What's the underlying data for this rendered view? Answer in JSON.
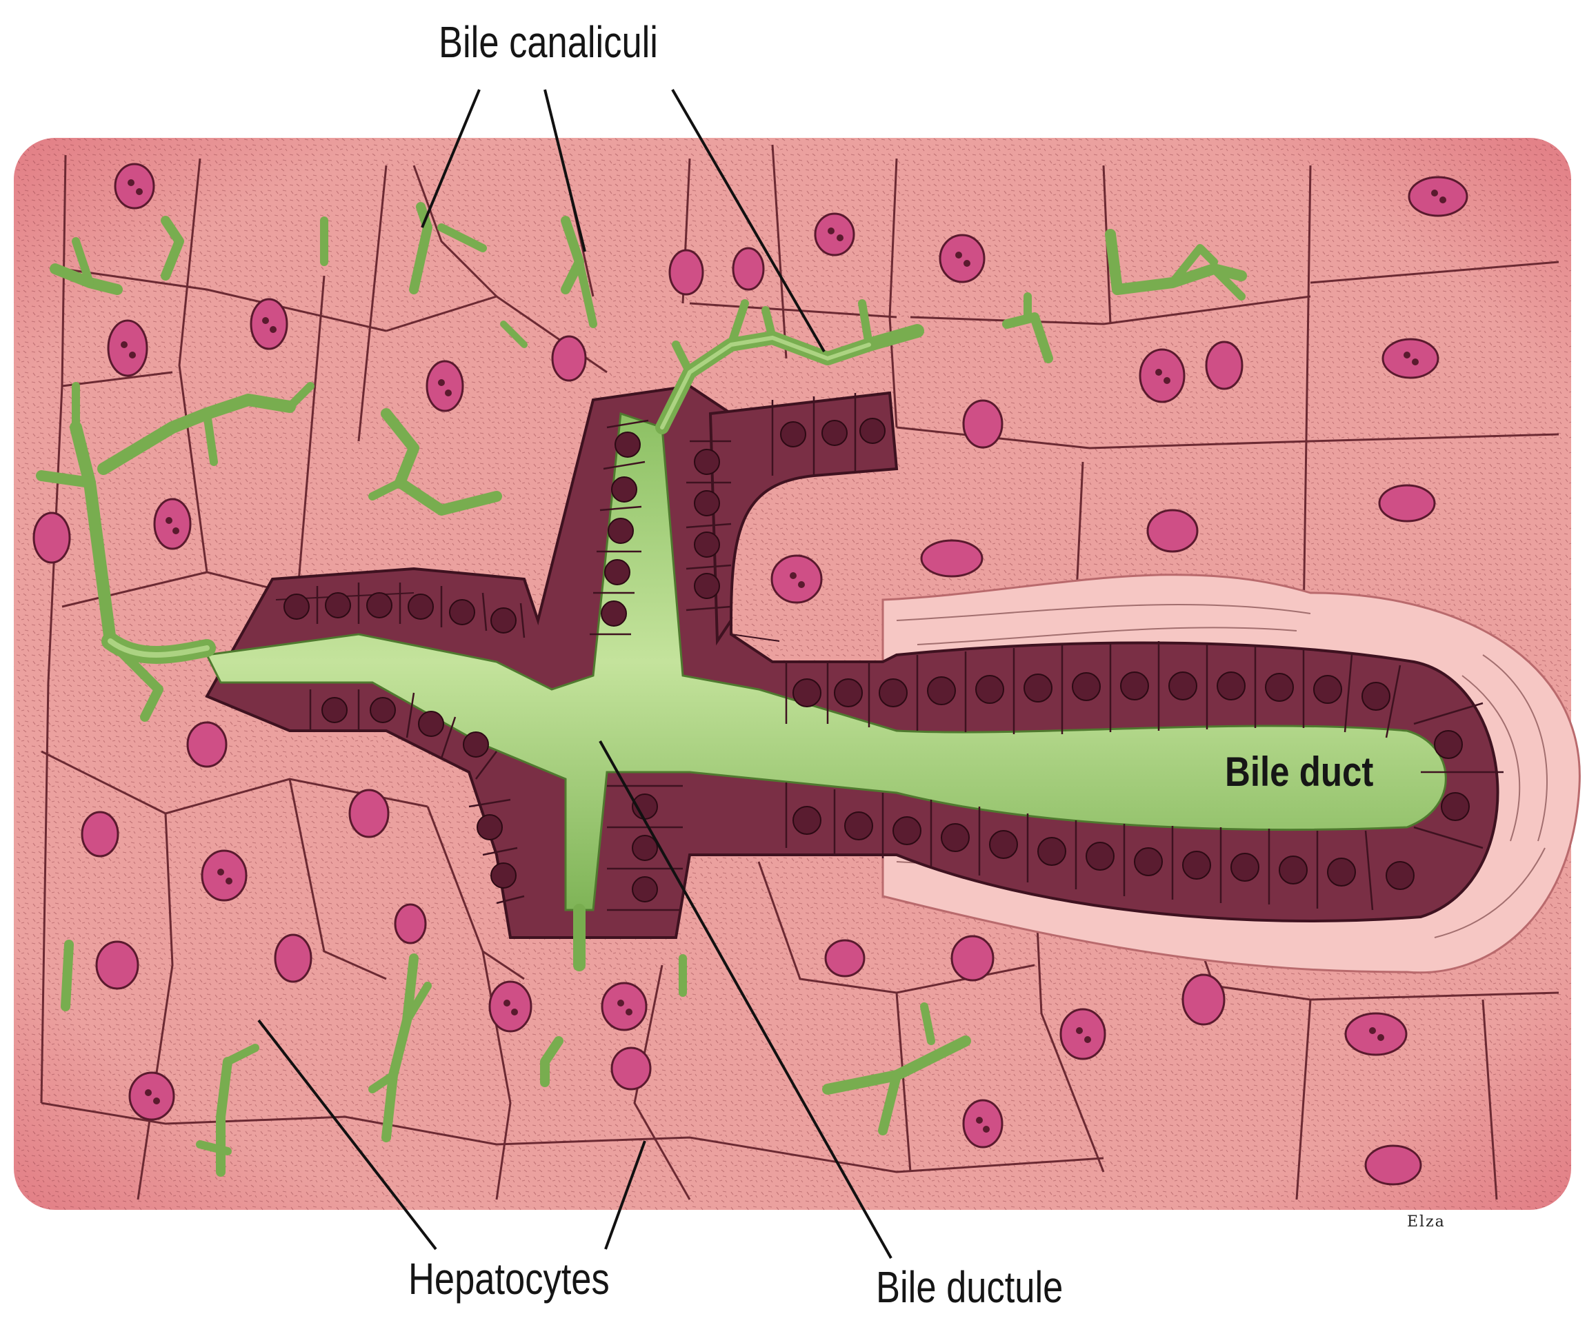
{
  "labels": {
    "bile_canaliculi": "Bile canaliculi",
    "hepatocytes": "Hepatocytes",
    "bile_ductule": "Bile ductule",
    "bile_duct": "Bile duct"
  },
  "signature": "Elza",
  "colors": {
    "tissue": "#e99a99",
    "tissue_border": "#e47b84",
    "cell_line": "#6b2a33",
    "bile": "#86b95a",
    "bile_light": "#b9dc8f",
    "duct_epithelium": "#7a2f45",
    "nucleus": "#cf4f86",
    "connective_tissue": "#f6c7c4"
  }
}
